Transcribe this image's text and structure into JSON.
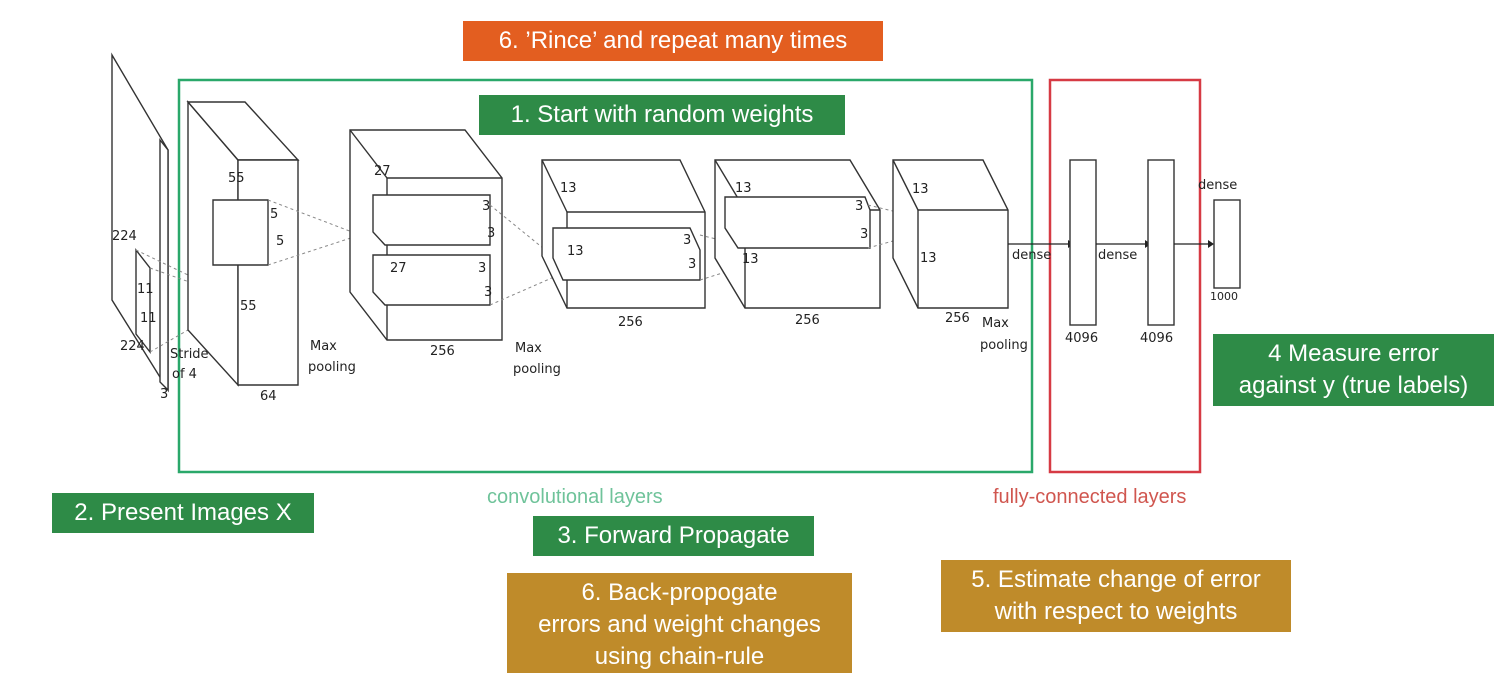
{
  "notes": {
    "rince": "6. ’Rince’ and repeat many times",
    "start_weights": "1. Start with random weights",
    "present_images": "2. Present Images X",
    "forward_prop": "3. Forward Propagate",
    "measure_error_1": "4 Measure error",
    "measure_error_2": "against y (true labels)",
    "estimate_1": "5. Estimate change of error",
    "estimate_2": "with respect to weights",
    "backprop_1": "6. Back-propogate",
    "backprop_2": "errors and weight changes",
    "backprop_3": "using chain-rule"
  },
  "captions": {
    "conv": "convolutional layers",
    "fc": "fully-connected layers"
  },
  "colors": {
    "green_frame": "#2aa86a",
    "red_frame": "#d63a44",
    "note_green": "#2e8b47",
    "note_orange": "#e35e20",
    "note_gold": "#bf8b2a"
  },
  "network": {
    "input": {
      "height": "224",
      "width": "224",
      "depth": "3",
      "kernel_h": "11",
      "kernel_w": "11",
      "stride_1": "Stride",
      "stride_2": "of 4"
    },
    "conv1": {
      "h": "55",
      "kernel_a": "5",
      "kernel_b": "5",
      "out": "55",
      "depth": "64"
    },
    "pool1": {
      "label_1": "Max",
      "label_2": "pooling"
    },
    "conv2": {
      "top": "27",
      "mid": "27",
      "k1": "3",
      "k2": "3",
      "k3": "3",
      "k4": "3",
      "depth": "256"
    },
    "pool2": {
      "label_1": "Max",
      "label_2": "pooling"
    },
    "conv3": {
      "top": "13",
      "mid": "13",
      "k1": "3",
      "k2": "3",
      "depth": "256"
    },
    "conv4": {
      "top": "13",
      "mid": "13",
      "k1": "3",
      "k2": "3",
      "depth": "256"
    },
    "conv5": {
      "top": "13",
      "side": "13",
      "depth": "256"
    },
    "pool3": {
      "label_1": "Max",
      "label_2": "pooling"
    },
    "fc": {
      "dense1": "dense",
      "dense2": "dense",
      "dense3": "dense",
      "units1": "4096",
      "units2": "4096",
      "units3": "1000"
    }
  }
}
